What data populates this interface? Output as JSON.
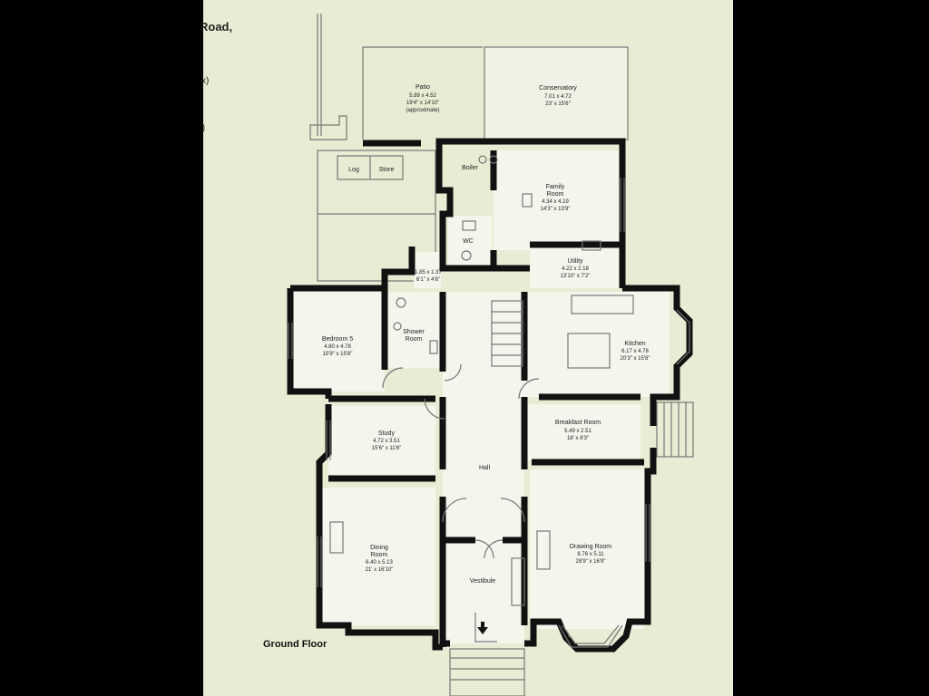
{
  "header_fragments": {
    "road": "Road,",
    "paren1": "x)",
    "paren2": ":)"
  },
  "floor_label": "Ground Floor",
  "rooms": {
    "patio": {
      "name": "Patio",
      "metric": "5.89 x 4.52",
      "imperial": "19'4\" x 14'10\"",
      "note": "(approximate)"
    },
    "conservatory": {
      "name": "Conservatory",
      "metric": "7.01 x 4.72",
      "imperial": "23' x 15'6\""
    },
    "log": {
      "name": "Log"
    },
    "store": {
      "name": "Store"
    },
    "boiler": {
      "name": "Boiler"
    },
    "family_room": {
      "name": "Family",
      "name2": "Room",
      "metric": "4.34 x 4.19",
      "imperial": "14'3\" x 13'9\""
    },
    "wc": {
      "name": "WC"
    },
    "small_room": {
      "metric": "1.85 x 1.37",
      "imperial": "6'1\" x 4'6\""
    },
    "utility": {
      "name": "Utility",
      "metric": "4.22 x 2.18",
      "imperial": "13'10\" x 7'2\""
    },
    "bedroom5": {
      "name": "Bedroom 5",
      "metric": "4.80 x 4.78",
      "imperial": "15'9\" x 15'8\""
    },
    "shower_room": {
      "name": "Shower",
      "name2": "Room"
    },
    "kitchen": {
      "name": "Kitchen",
      "metric": "6.17 x 4.78",
      "imperial": "20'3\" x 15'8\""
    },
    "study": {
      "name": "Study",
      "metric": "4.72 x 3.51",
      "imperial": "15'6\" x 11'6\""
    },
    "breakfast": {
      "name": "Breakfast Room",
      "metric": "5.49 x 2.51",
      "imperial": "18' x 8'3\""
    },
    "hall": {
      "name": "Hall"
    },
    "dining": {
      "name": "Dining",
      "name2": "Room",
      "metric": "6.40 x 5.13",
      "imperial": "21' x 16'10\""
    },
    "drawing": {
      "name": "Drawing Room",
      "metric": "8.76 x 5.11",
      "imperial": "28'9\" x 16'9\""
    },
    "vestibule": {
      "name": "Vestibule"
    }
  },
  "colors": {
    "paper": "#e9ebd4",
    "wall": "#111111",
    "room_fill": "#f5f5ee",
    "outline": "#777777"
  }
}
